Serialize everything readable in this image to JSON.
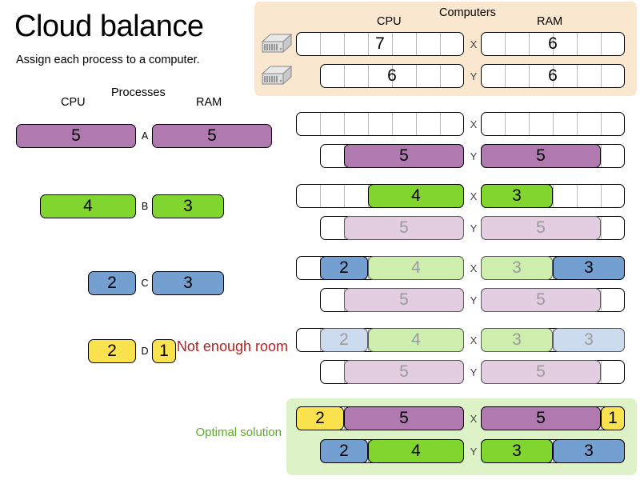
{
  "title": "Cloud balance",
  "subtitle": "Assign each process to a computer.",
  "colors": {
    "purple": "#b07ab0",
    "green": "#80d62f",
    "blue": "#739fd1",
    "yellow": "#fae14e",
    "panel_computers": "#fae7cf",
    "panel_optimal": "#ddf2c6",
    "error_text": "#b42222",
    "optimal_text": "#5ea82e"
  },
  "processes_section": {
    "heading": "Processes",
    "cpu_heading": "CPU",
    "ram_heading": "RAM",
    "items": [
      {
        "letter": "A",
        "cpu": 5,
        "ram": 5,
        "color": "purple"
      },
      {
        "letter": "B",
        "cpu": 4,
        "ram": 3,
        "color": "green"
      },
      {
        "letter": "C",
        "cpu": 2,
        "ram": 3,
        "color": "blue"
      },
      {
        "letter": "D",
        "cpu": 2,
        "ram": 1,
        "color": "yellow"
      }
    ]
  },
  "computers_section": {
    "heading": "Computers",
    "cpu_heading": "CPU",
    "ram_heading": "RAM",
    "icon": "server-icon",
    "machines": [
      {
        "tag": "X",
        "cpu_capacity": 7,
        "ram_capacity": 6
      },
      {
        "tag": "Y",
        "cpu_capacity": 6,
        "ram_capacity": 6
      }
    ]
  },
  "steps": [
    {
      "name": "step-1",
      "x": {
        "tag": "X",
        "cpu": [],
        "ram": []
      },
      "y": {
        "tag": "Y",
        "cpu": [
          {
            "value": 5,
            "color": "purple",
            "ghost": false
          }
        ],
        "ram": [
          {
            "value": 5,
            "color": "purple",
            "ghost": false
          }
        ]
      }
    },
    {
      "name": "step-2",
      "x": {
        "tag": "X",
        "cpu": [
          {
            "value": 4,
            "color": "green",
            "ghost": false
          }
        ],
        "ram": [
          {
            "value": 3,
            "color": "green",
            "ghost": false
          }
        ]
      },
      "y": {
        "tag": "Y",
        "cpu": [
          {
            "value": 5,
            "color": "purple",
            "ghost": true
          }
        ],
        "ram": [
          {
            "value": 5,
            "color": "purple",
            "ghost": true
          }
        ]
      }
    },
    {
      "name": "step-3",
      "x": {
        "tag": "X",
        "cpu": [
          {
            "value": 2,
            "color": "blue",
            "ghost": false
          },
          {
            "value": 4,
            "color": "green",
            "ghost": true
          }
        ],
        "ram": [
          {
            "value": 3,
            "color": "green",
            "ghost": true
          },
          {
            "value": 3,
            "color": "blue",
            "ghost": false
          }
        ]
      },
      "y": {
        "tag": "Y",
        "cpu": [
          {
            "value": 5,
            "color": "purple",
            "ghost": true
          }
        ],
        "ram": [
          {
            "value": 5,
            "color": "purple",
            "ghost": true
          }
        ]
      }
    },
    {
      "name": "step-4",
      "annotation": "Not enough room",
      "x": {
        "tag": "X",
        "cpu": [
          {
            "value": 2,
            "color": "blue",
            "ghost": true
          },
          {
            "value": 4,
            "color": "green",
            "ghost": true
          }
        ],
        "ram": [
          {
            "value": 3,
            "color": "green",
            "ghost": true
          },
          {
            "value": 3,
            "color": "blue",
            "ghost": true
          }
        ]
      },
      "y": {
        "tag": "Y",
        "cpu": [
          {
            "value": 5,
            "color": "purple",
            "ghost": true
          }
        ],
        "ram": [
          {
            "value": 5,
            "color": "purple",
            "ghost": true
          }
        ]
      }
    }
  ],
  "annotations": {
    "not_enough_room": "Not enough room",
    "optimal_solution": "Optimal solution"
  },
  "optimal": {
    "x": {
      "tag": "X",
      "cpu": [
        {
          "value": 2,
          "color": "yellow",
          "ghost": false
        },
        {
          "value": 5,
          "color": "purple",
          "ghost": false
        }
      ],
      "ram": [
        {
          "value": 5,
          "color": "purple",
          "ghost": false
        },
        {
          "value": 1,
          "color": "yellow",
          "ghost": false
        }
      ]
    },
    "y": {
      "tag": "Y",
      "cpu": [
        {
          "value": 2,
          "color": "blue",
          "ghost": false
        },
        {
          "value": 4,
          "color": "green",
          "ghost": false
        }
      ],
      "ram": [
        {
          "value": 3,
          "color": "green",
          "ghost": false
        },
        {
          "value": 3,
          "color": "blue",
          "ghost": false
        }
      ]
    }
  }
}
